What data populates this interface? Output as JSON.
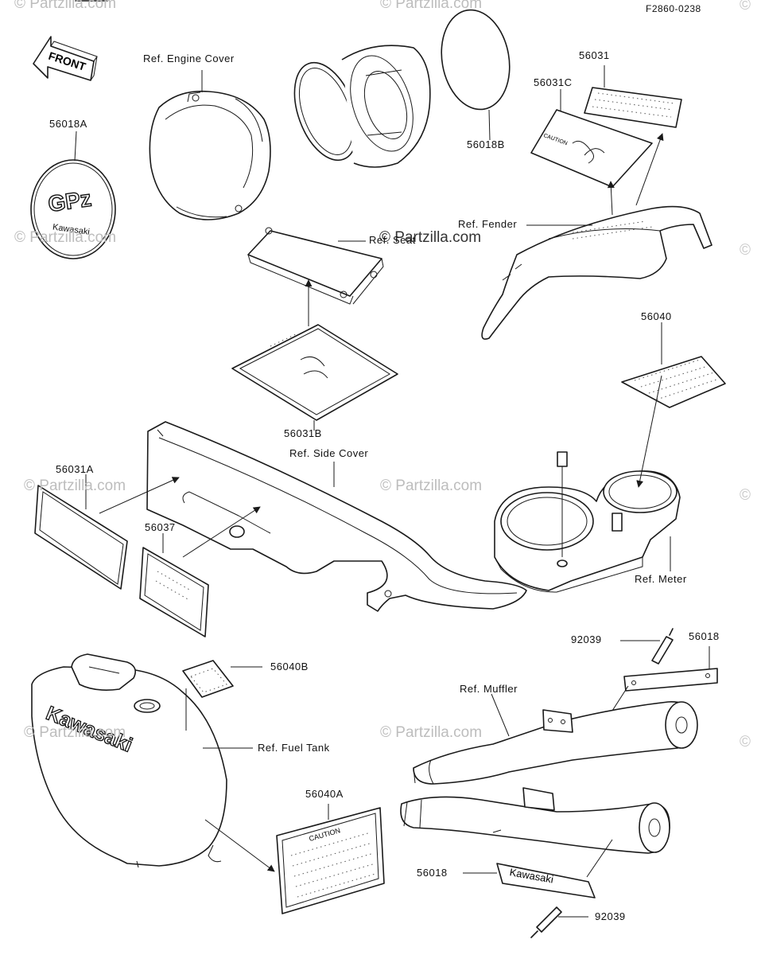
{
  "diagram_code": "F2860-0238",
  "front_label": "FRONT",
  "watermark": "© Partzilla.com",
  "watermark_symbol": "©",
  "emblem": {
    "line1": "GPz",
    "line2": "Kawasaki"
  },
  "decal_text": {
    "caution": "CAUTION",
    "muffler_emblem": "Kawasaki",
    "tank": "Kawasaki"
  },
  "labels": {
    "engine_cover": "Ref. Engine Cover",
    "seat": "Ref. Seat",
    "fender": "Ref. Fender",
    "side_cover": "Ref. Side Cover",
    "meter": "Ref. Meter",
    "muffler": "Ref. Muffler",
    "fuel_tank": "Ref. Fuel Tank",
    "p56018A": "56018A",
    "p56018B": "56018B",
    "p56031": "56031",
    "p56031C": "56031C",
    "p56040": "56040",
    "p56031B": "56031B",
    "p56031A": "56031A",
    "p56037": "56037",
    "p92039_top": "92039",
    "p56018_top": "56018",
    "p56040B": "56040B",
    "p56040A": "56040A",
    "p56018_bottom": "56018",
    "p92039_bottom": "92039"
  }
}
